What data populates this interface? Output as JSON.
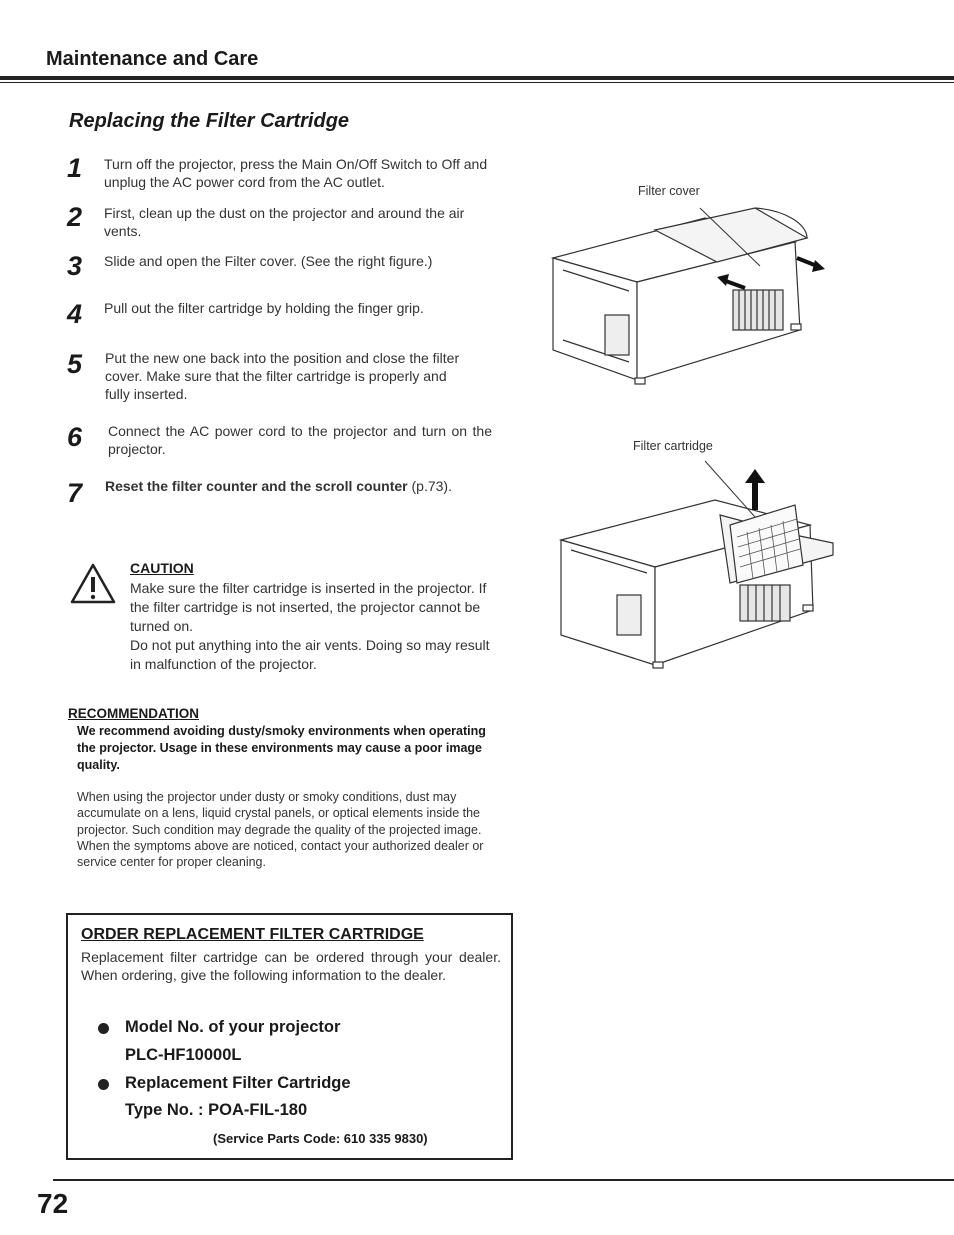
{
  "header": {
    "title": "Maintenance and Care"
  },
  "section": {
    "title": "Replacing the Filter Cartridge"
  },
  "steps": [
    {
      "num": "1",
      "text": "Turn off the projector, press the Main On/Off Switch to Off and unplug the AC power cord from the AC outlet."
    },
    {
      "num": "2",
      "text": "First, clean up the dust on the projector and around the air vents."
    },
    {
      "num": "3",
      "text": "Slide and open the Filter cover. (See the right figure.)"
    },
    {
      "num": "4",
      "text": "Pull out the filter cartridge by holding the finger grip."
    },
    {
      "num": "5",
      "text": "Put the new one back into the position and close the filter cover. Make sure that the filter cartridge is properly and fully inserted."
    },
    {
      "num": "6",
      "text": "Connect the AC power cord to the projector and turn on the projector."
    },
    {
      "num": "7",
      "bold": "Reset the filter counter and the scroll counter",
      "text": " (p.73)."
    }
  ],
  "caution": {
    "title": "CAUTION",
    "text1": "Make sure the filter cartridge is inserted in the projector. If the filter cartridge is not inserted, the projector cannot be turned on.",
    "text2": "Do not put anything into the air vents. Doing so may result in malfunction of the projector."
  },
  "recommendation": {
    "title": "RECOMMENDATION",
    "bold": "We recommend avoiding dusty/smoky environments when operating the projector. Usage in these environments may cause a poor image quality.",
    "text1": "When using the projector under dusty or smoky conditions, dust may accumulate on a lens, liquid crystal panels, or optical elements inside the projector. Such condition may degrade the quality of the projected image.",
    "text2": "When the symptoms above are noticed, contact your authorized dealer or service center for proper cleaning."
  },
  "order": {
    "title": "ORDER REPLACEMENT FILTER CARTRIDGE",
    "text": "Replacement filter cartridge can be ordered through your dealer. When ordering, give the following information to the dealer.",
    "bullet1": "Model No. of your projector",
    "model": "PLC-HF10000L",
    "bullet2": "Replacement Filter Cartridge",
    "type": "Type No. : POA-FIL-180",
    "service": "(Service Parts Code: 610 335 9830)"
  },
  "figures": {
    "label1": "Filter cover",
    "label2": "Filter cartridge"
  },
  "footer": {
    "page": "72"
  }
}
